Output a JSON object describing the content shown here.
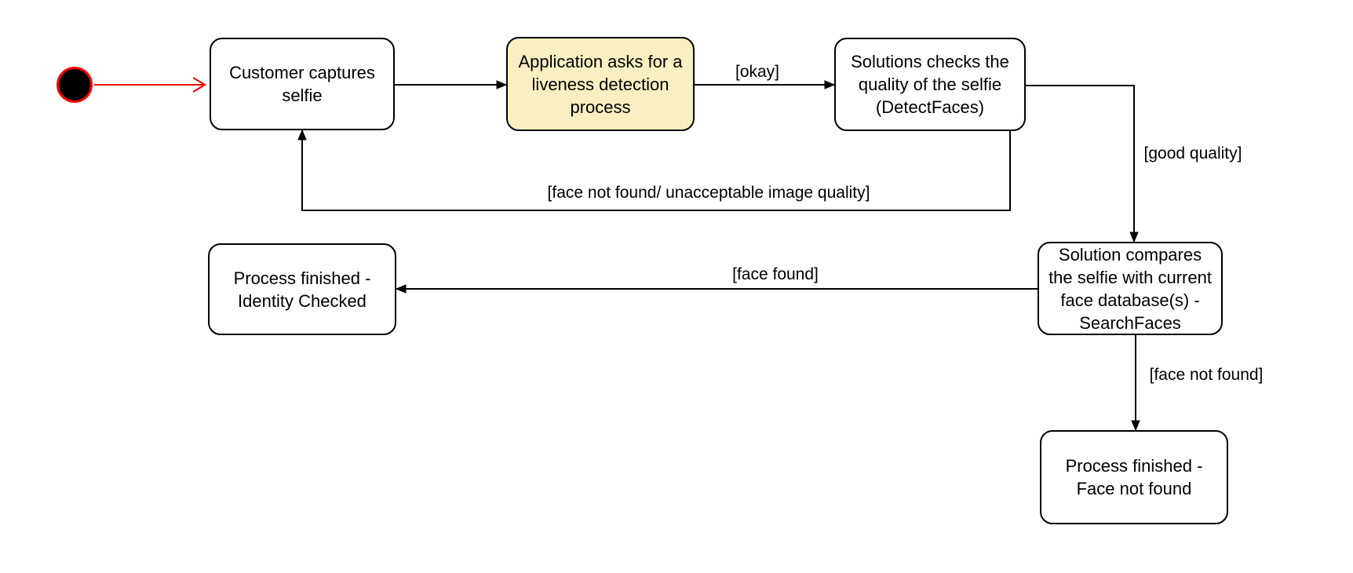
{
  "colors": {
    "background": "#FFFFFF",
    "node_fill": "#FFFFFF",
    "node_stroke": "#000000",
    "highlight_node_fill": "#FAEFC2",
    "edge_stroke": "#000000",
    "start_edge_stroke": "#FF0000",
    "start_node_fill": "#000000",
    "text": "#000000"
  },
  "diagram_type": "uml-activity-diagram",
  "nodes": {
    "start": {
      "type": "initial-state"
    },
    "capture": {
      "label": "Customer captures\nselfie"
    },
    "liveness": {
      "label": "Application asks for a\nliveness detection\nprocess"
    },
    "detect": {
      "label": "Solutions checks the\nquality of the selfie\n(DetectFaces)"
    },
    "search": {
      "label": "Solution compares\nthe selfie with current\nface database(s) -\nSearchFaces"
    },
    "identity": {
      "label": "Process finished -\nIdentity Checked"
    },
    "notfound": {
      "label": "Process finished -\nFace not found"
    }
  },
  "edges": {
    "start_to_capture": {
      "from": "start",
      "to": "capture",
      "label": ""
    },
    "capture_to_liveness": {
      "from": "capture",
      "to": "liveness",
      "label": ""
    },
    "okay": {
      "from": "liveness",
      "to": "detect",
      "label": "[okay]"
    },
    "good_quality": {
      "from": "detect",
      "to": "search",
      "label": "[good quality]"
    },
    "retry": {
      "from": "detect",
      "to": "capture",
      "label": "[face not found/ unacceptable image quality]"
    },
    "face_found": {
      "from": "search",
      "to": "identity",
      "label": "[face found]"
    },
    "face_not_found": {
      "from": "search",
      "to": "notfound",
      "label": "[face not found]"
    }
  }
}
